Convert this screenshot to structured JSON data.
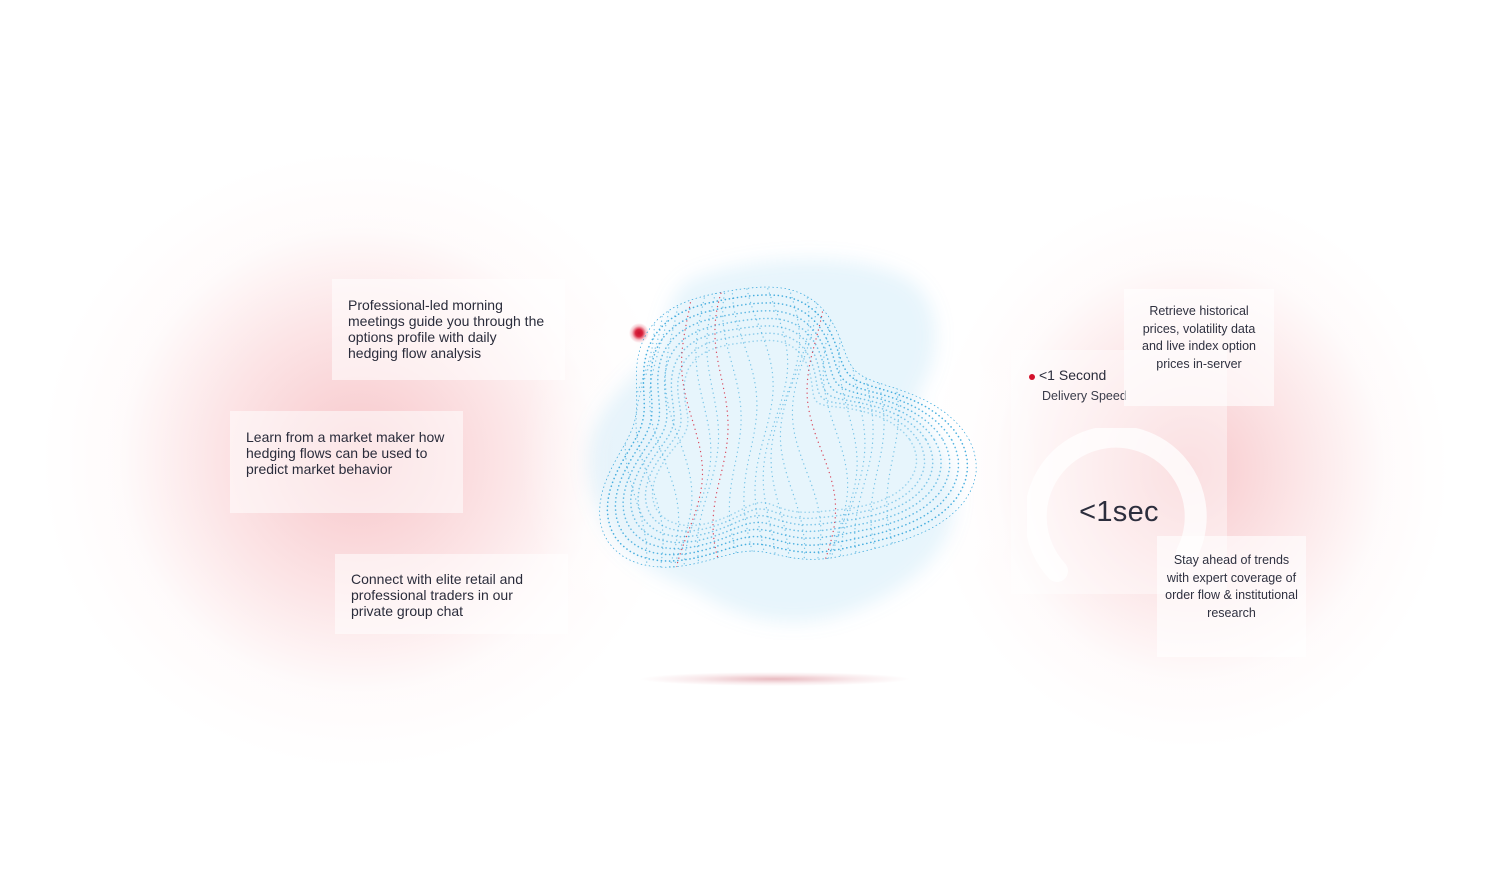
{
  "features_left": [
    {
      "text": "Professional-led morning meetings guide you through the options profile with daily hedging flow analysis"
    },
    {
      "text": "Learn from a market maker how hedging flows can be used to predict market behavior"
    },
    {
      "text": "Connect with elite retail and professional traders in our private group chat"
    }
  ],
  "features_right": [
    {
      "text": "Retrieve historical prices, volatility data and live index option prices in-server"
    },
    {
      "text": "Stay ahead of trends with expert coverage of order flow & institutional research"
    }
  ],
  "speed": {
    "title": "<1 Second",
    "subtitle": "Delivery Speed",
    "value": "<1sec"
  },
  "colors": {
    "accent_red": "#d3102a",
    "particle_blue": "#1a9ad6",
    "particle_red": "#d3102a",
    "glow_pink": "#f2a0a8"
  },
  "icons": {
    "bullet": "red-dot-icon",
    "gauge": "gauge-arc-icon"
  }
}
